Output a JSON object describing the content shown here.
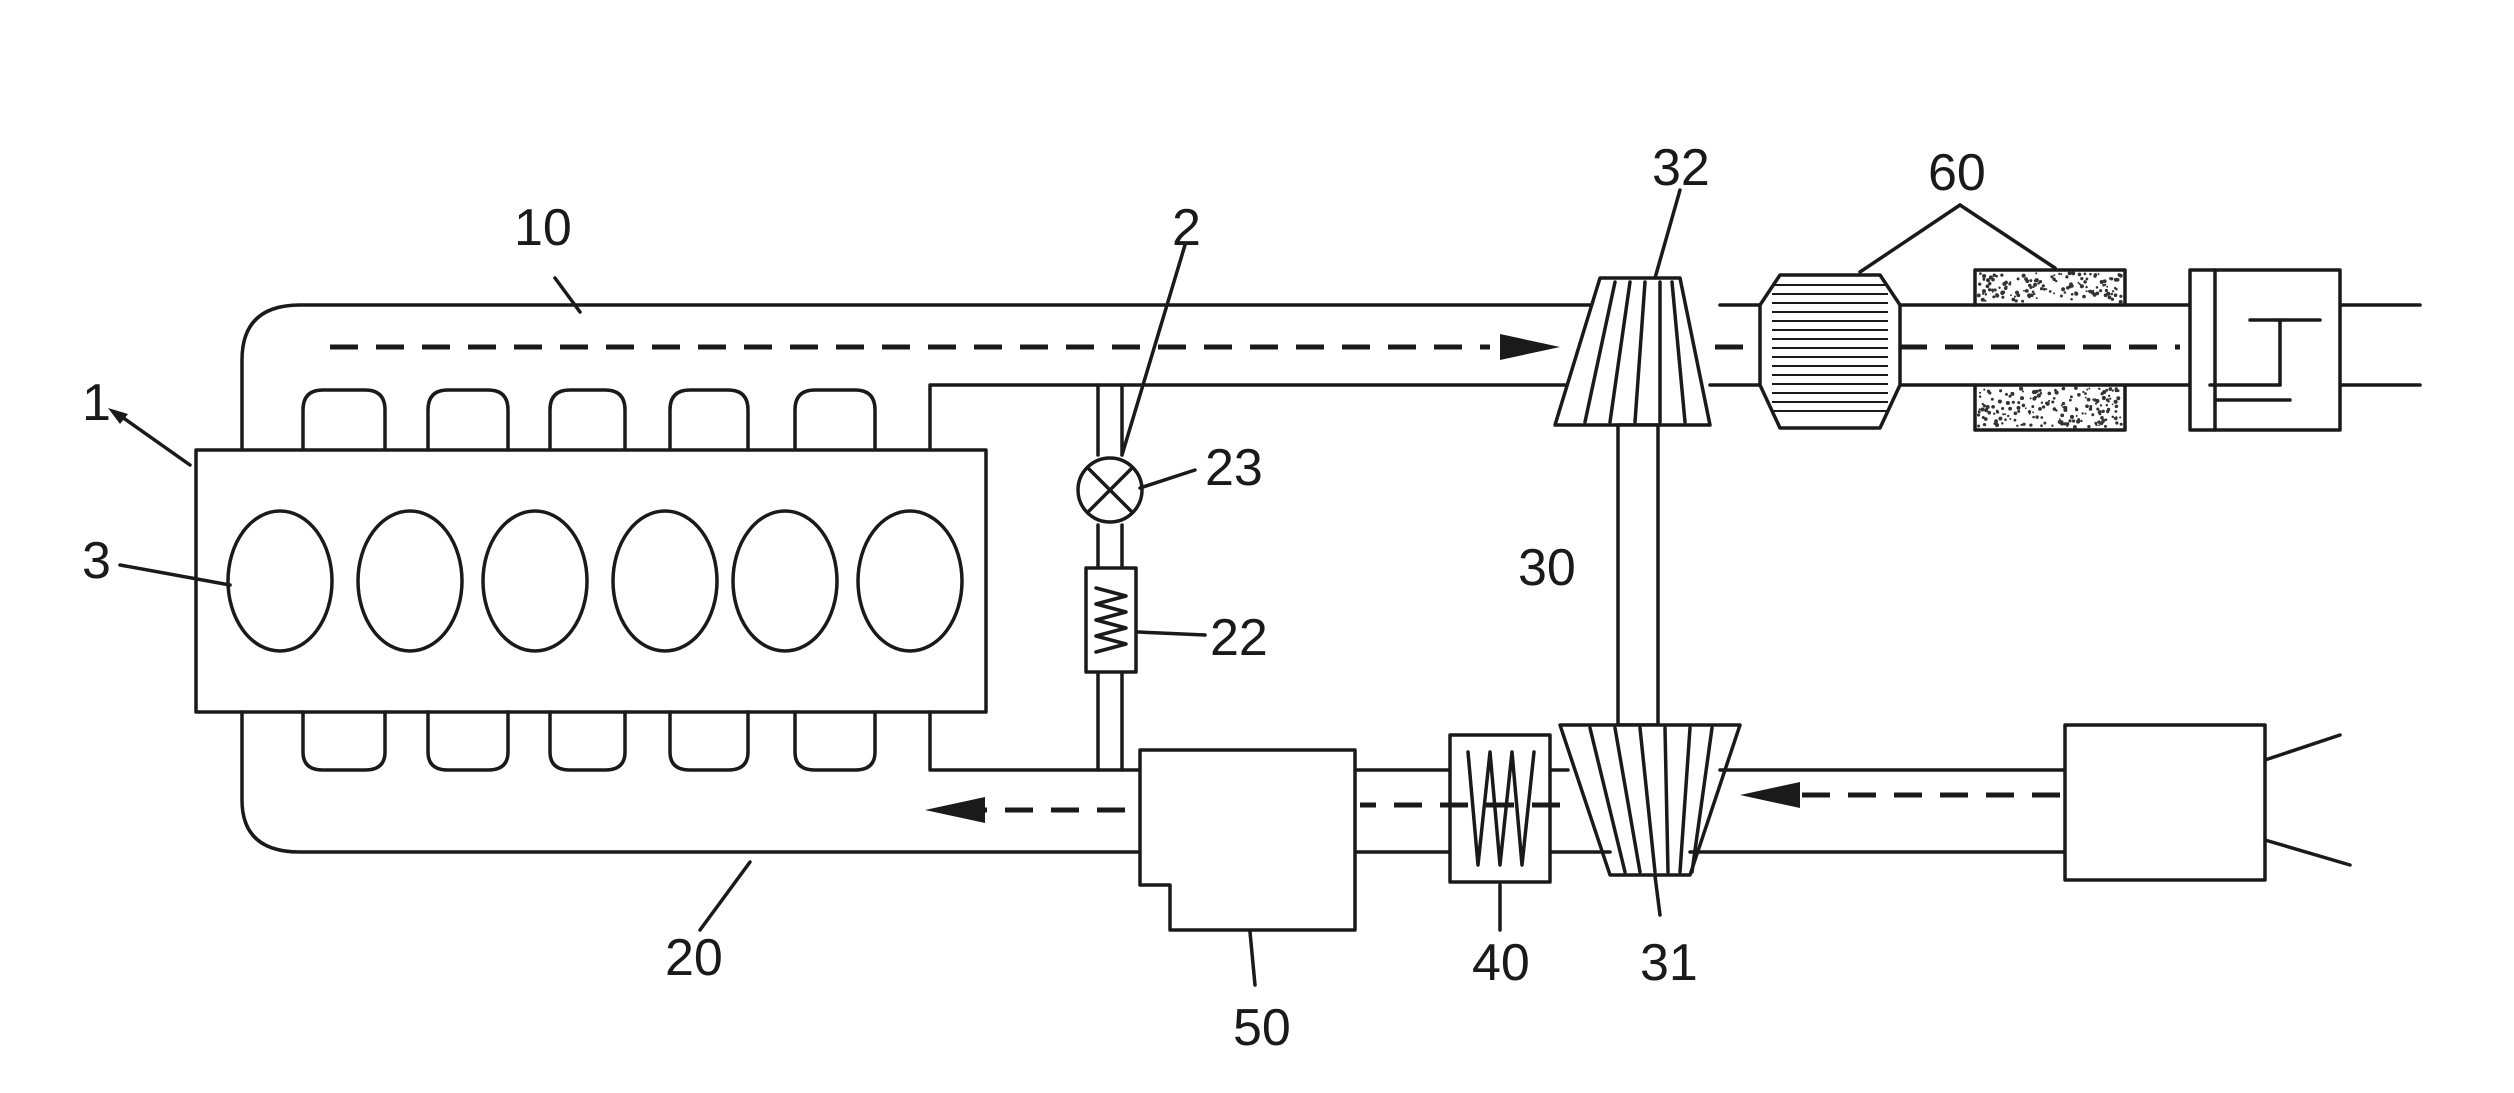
{
  "diagram": {
    "labels": {
      "engine": "1",
      "valve_egr": "2",
      "cylinders": "3",
      "exhaust_line": "10",
      "intake_line": "20",
      "egr_cooler": "22",
      "egr_valve": "23",
      "turbo_shaft": "30",
      "compressor": "31",
      "turbine": "32",
      "charge_cooler": "40",
      "mixer": "50",
      "aftertreatment": "60"
    }
  }
}
